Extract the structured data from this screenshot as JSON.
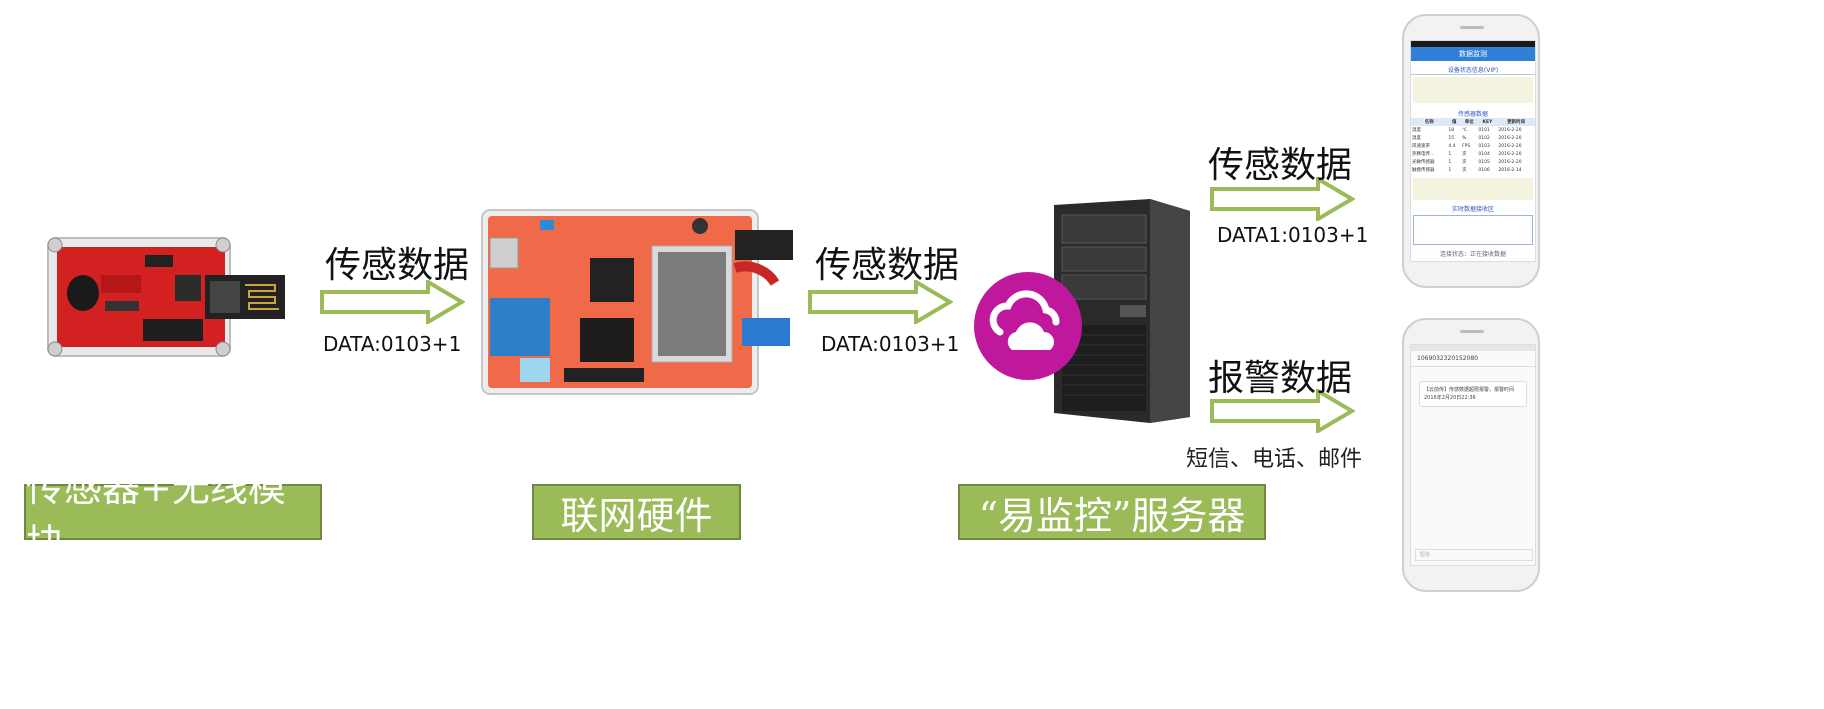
{
  "labels": {
    "sensor": "传感器+无线模块",
    "hardware": "联网硬件",
    "server": "“易监控”服务器"
  },
  "arrows": [
    {
      "title": "传感数据",
      "sub": "DATA:0103+1"
    },
    {
      "title": "传感数据",
      "sub": "DATA:0103+1"
    },
    {
      "title": "传感数据",
      "sub": "DATA1:0103+1"
    },
    {
      "title": "报警数据",
      "sub": "短信、电话、邮件"
    }
  ],
  "phone_top": {
    "header": "数据监测",
    "sub_header": "设备状态信息(VIP)",
    "table_title": "传感器数据",
    "columns": [
      "名称",
      "值",
      "单位",
      "KEY",
      "更新时间"
    ],
    "rows": [
      [
        "温度",
        "18",
        "℃",
        "0101",
        "2016-2-20"
      ],
      [
        "湿度",
        "15",
        "%",
        "0102",
        "2016-2-20"
      ],
      [
        "风速速率",
        "4.4",
        "FPS",
        "0103",
        "2016-2-20"
      ],
      [
        "热释电传...",
        "1",
        "次",
        "0104",
        "2016-2-20"
      ],
      [
        "光敏传感器",
        "1",
        "次",
        "0105",
        "2016-2-20"
      ],
      [
        "触摸传感器",
        "1",
        "次",
        "0106",
        "2016-2-14"
      ]
    ],
    "log_title": "实时数据接收区",
    "footer": "连接状态：正在接收数据"
  },
  "phone_bottom": {
    "number": "1069032320152080",
    "message": "【云前传】传感数据超限报警，报警时间2016年2月20日22:36",
    "input_placeholder": "短信"
  },
  "colors": {
    "label_green": "#9bbb59",
    "arrow_green": "#9bbb59",
    "cloud_magenta": "#c0189c"
  },
  "icons": [
    "sensor-board",
    "hardware-board",
    "server-tower",
    "cloud-icon",
    "phone"
  ]
}
